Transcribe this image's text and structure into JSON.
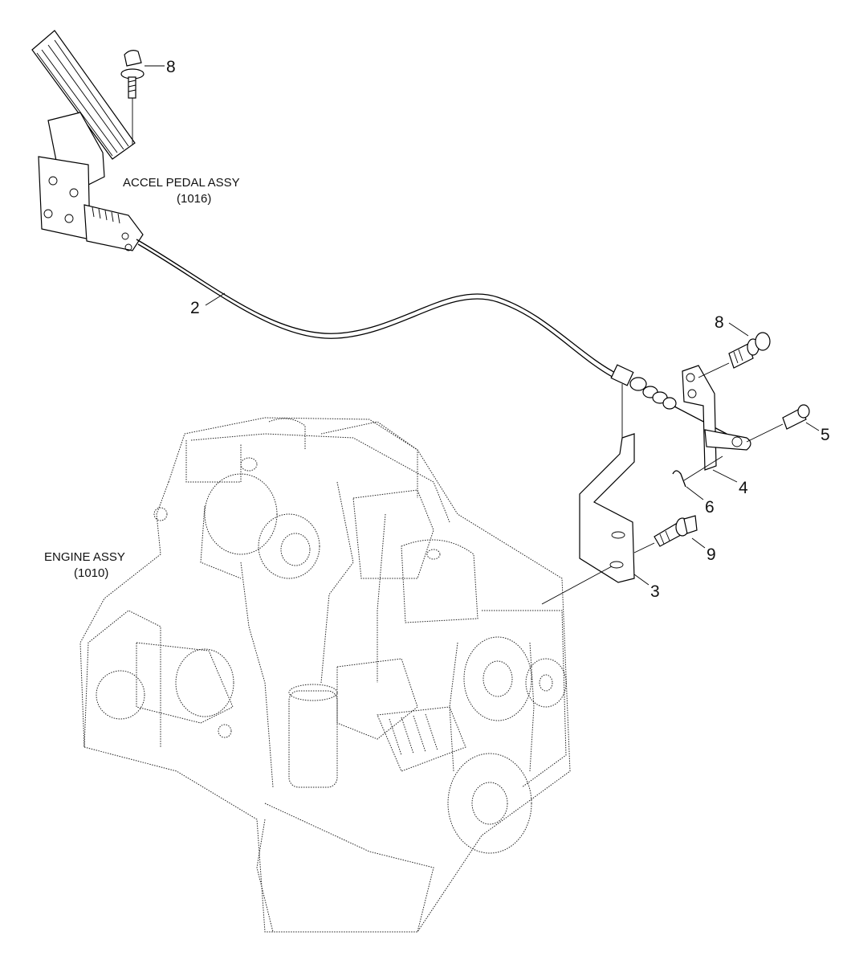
{
  "assemblies": {
    "pedal": {
      "name": "ACCEL PEDAL ASSY",
      "code": "(1016)"
    },
    "engine": {
      "name": "ENGINE ASSY",
      "code": "(1010)"
    }
  },
  "callouts": {
    "pedal_bolt": "8",
    "cable": "2",
    "lever_bolt": "8",
    "pin": "5",
    "lever_bracket": "4",
    "cotter_pin": "6",
    "bracket_bolt": "9",
    "cable_bracket": "3"
  }
}
